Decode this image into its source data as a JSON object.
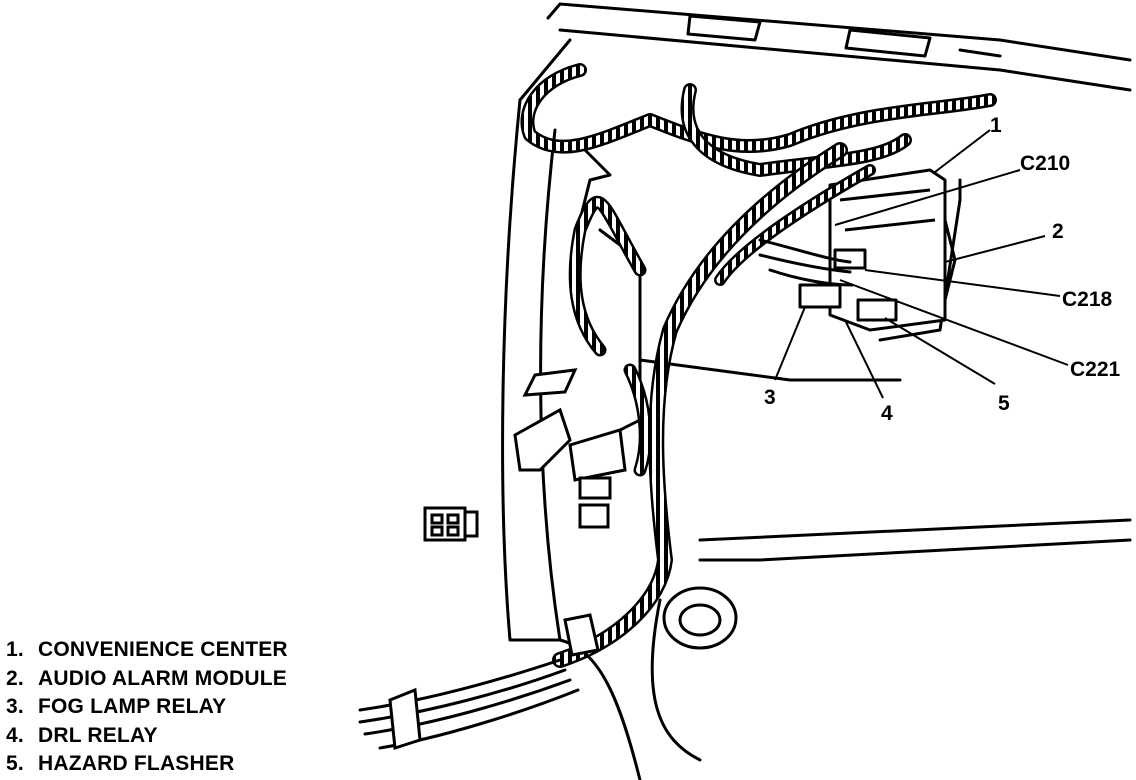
{
  "callouts": {
    "c1": "1",
    "c2": "2",
    "c3": "3",
    "c4": "4",
    "c5": "5",
    "c210": "C210",
    "c218": "C218",
    "c221": "C221"
  },
  "legend": [
    {
      "num": "1.",
      "label": "CONVENIENCE CENTER"
    },
    {
      "num": "2.",
      "label": "AUDIO ALARM MODULE"
    },
    {
      "num": "3.",
      "label": "FOG LAMP RELAY"
    },
    {
      "num": "4.",
      "label": "DRL RELAY"
    },
    {
      "num": "5.",
      "label": "HAZARD FLASHER"
    }
  ]
}
